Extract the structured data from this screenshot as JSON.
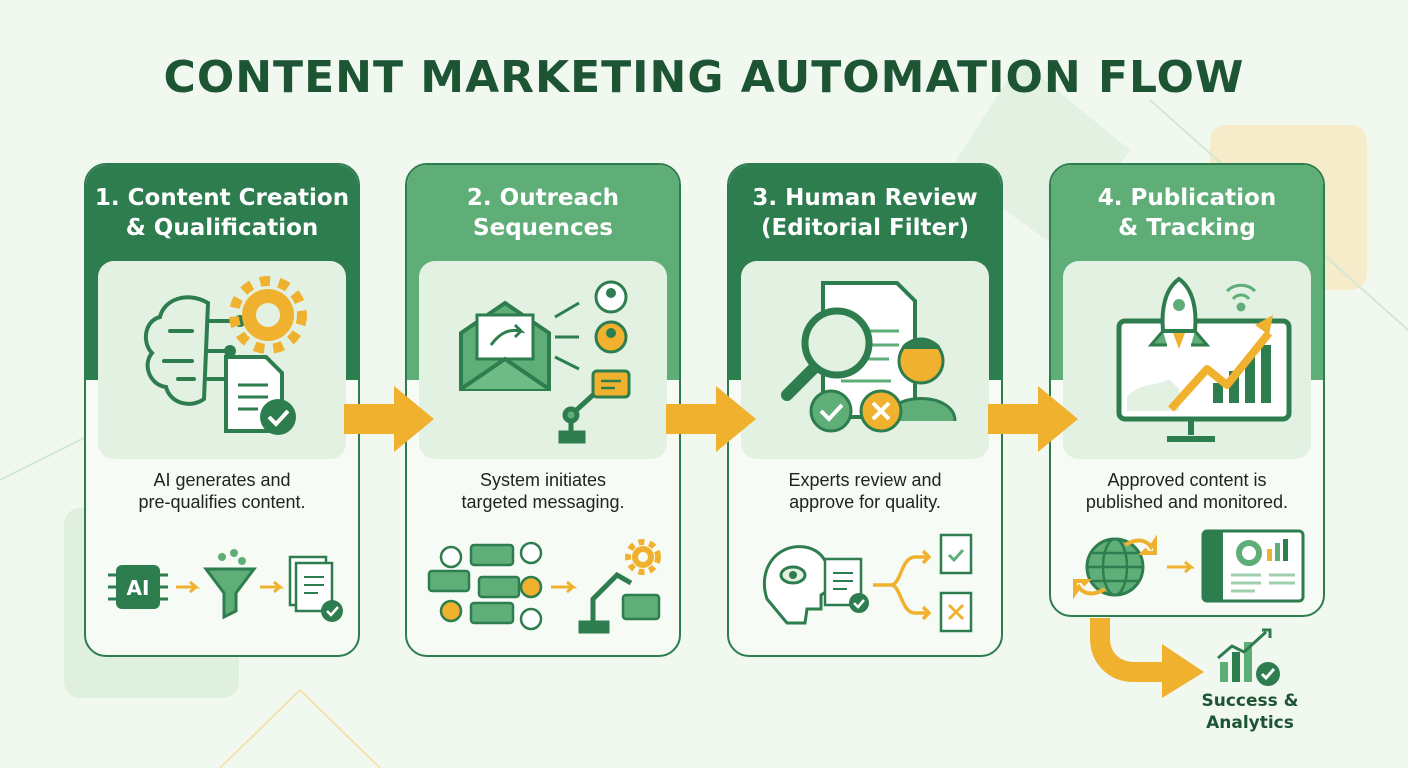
{
  "title": "CONTENT MARKETING AUTOMATION FLOW",
  "steps": [
    {
      "title_line1": "1. Content Creation",
      "title_line2": "& Qualification",
      "desc_line1": "AI generates and",
      "desc_line2": "pre-qualifies content.",
      "chip_label": "AI"
    },
    {
      "title_line1": "2. Outreach",
      "title_line2": "Sequences",
      "desc_line1": "System initiates",
      "desc_line2": "targeted messaging."
    },
    {
      "title_line1": "3. Human Review",
      "title_line2": "(Editorial Filter)",
      "desc_line1": "Experts review and",
      "desc_line2": "approve for quality."
    },
    {
      "title_line1": "4. Publication",
      "title_line2": "& Tracking",
      "desc_line1": "Approved content is",
      "desc_line2": "published and monitored."
    }
  ],
  "outcome": {
    "line1": "Success &",
    "line2": "Analytics"
  },
  "colors": {
    "dark_green": "#2e7d4f",
    "mid_green": "#5fae78",
    "light_green": "#e3f1e2",
    "accent": "#f0b12f",
    "title": "#1d5433"
  }
}
